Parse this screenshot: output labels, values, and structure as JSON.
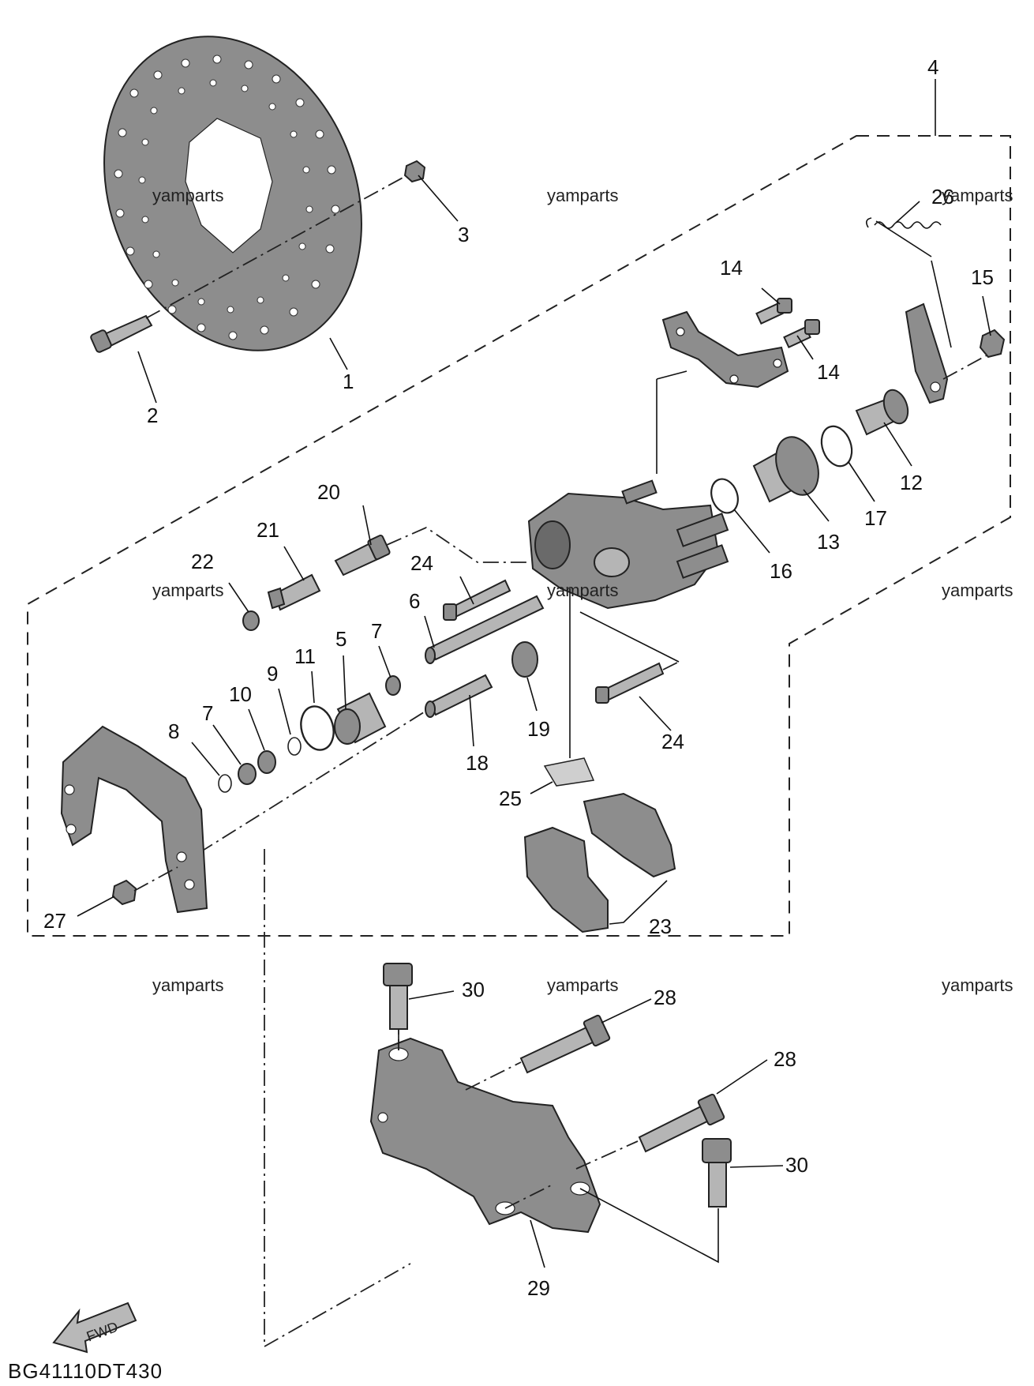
{
  "diagram": {
    "code": "BG41110DT430",
    "fwd_label": "FWD",
    "watermark": "yamparts",
    "callouts": {
      "c1": "1",
      "c2": "2",
      "c3": "3",
      "c4": "4",
      "c5": "5",
      "c6": "6",
      "c7a": "7",
      "c7b": "7",
      "c8": "8",
      "c9": "9",
      "c10": "10",
      "c11": "11",
      "c12": "12",
      "c13": "13",
      "c14a": "14",
      "c14b": "14",
      "c15": "15",
      "c16": "16",
      "c17": "17",
      "c18": "18",
      "c19": "19",
      "c20": "20",
      "c21": "21",
      "c22": "22",
      "c23": "23",
      "c24a": "24",
      "c24b": "24",
      "c25": "25",
      "c26": "26",
      "c27": "27",
      "c28a": "28",
      "c28b": "28",
      "c29": "29",
      "c30a": "30",
      "c30b": "30"
    },
    "colors": {
      "part_fill": "#8d8d8d",
      "line": "#222222"
    }
  }
}
